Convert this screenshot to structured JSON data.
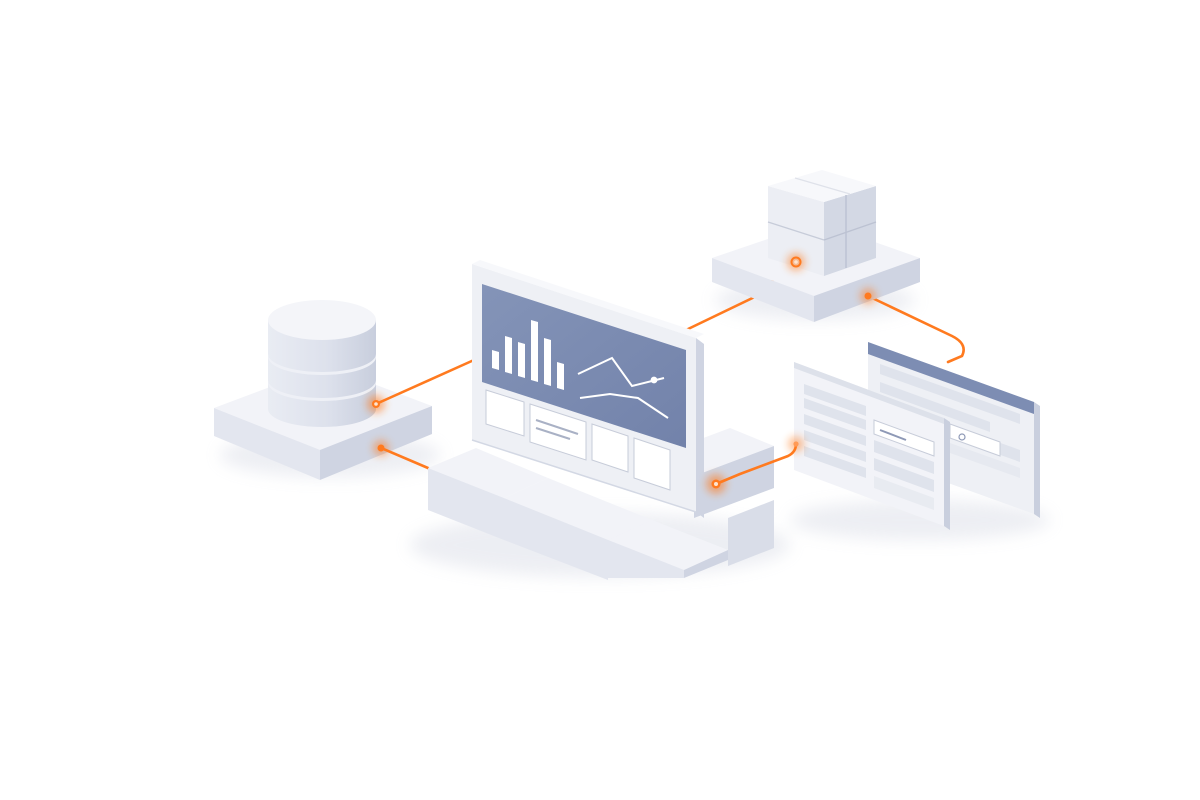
{
  "colors": {
    "background": "#ffffff",
    "accent_link": "#ff7a1f",
    "accent_glow": "#ffb27a",
    "block_top": "#f2f3f8",
    "block_left": "#e3e6ef",
    "block_right": "#cfd4e2",
    "screen": "#7d8db3",
    "screen_marks": "#ffffff",
    "panel_bar": "#dfe3ec"
  },
  "diagram": {
    "nodes": [
      {
        "id": "database",
        "icon": "database-cylinder-icon"
      },
      {
        "id": "dashboard",
        "icon": "analytics-monitor-icon"
      },
      {
        "id": "storage",
        "icon": "stacked-cubes-icon"
      },
      {
        "id": "forms",
        "icon": "document-panels-icon"
      }
    ],
    "links": [
      {
        "from": "database",
        "to": "dashboard"
      },
      {
        "from": "database",
        "to": "dashboard-base"
      },
      {
        "from": "dashboard",
        "to": "storage"
      },
      {
        "from": "storage",
        "to": "forms"
      },
      {
        "from": "dashboard-base",
        "to": "forms"
      }
    ]
  }
}
